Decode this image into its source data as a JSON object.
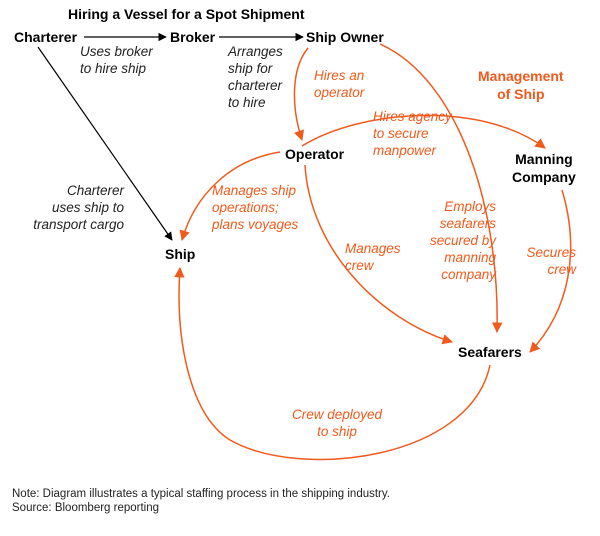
{
  "title": "Hiring a Vessel for a Spot Shipment",
  "nodes": {
    "charterer": "Charterer",
    "broker": "Broker",
    "ship_owner": "Ship Owner",
    "operator": "Operator",
    "manning_company": "Manning\nCompany",
    "ship": "Ship",
    "seafarers": "Seafarers"
  },
  "group_heading": "Management\nof Ship",
  "edge_labels": {
    "uses_broker": "Uses broker\nto hire ship",
    "arranges_ship": "Arranges\nship for\ncharterer\nto hire",
    "charterer_uses_ship": "Charterer\nuses ship to\ntransport cargo",
    "hires_operator": "Hires an\noperator",
    "hires_agency": "Hires agency\nto secure\nmanpower",
    "manages_ship": "Manages ship\noperations;\nplans voyages",
    "employs_seafarers": "Employs\nseafarers\nsecured by\nmanning\ncompany",
    "manages_crew": "Manages\ncrew",
    "secures_crew": "Secures\ncrew",
    "crew_deployed": "Crew deployed\nto ship"
  },
  "footer": {
    "note": "Note: Diagram illustrates a typical staffing process in the shipping industry.",
    "source": "Source: Bloomberg reporting"
  },
  "colors": {
    "black_arrow": "#000000",
    "orange_arrow": "#f05a1c",
    "thin_line": "#f6b38f"
  }
}
